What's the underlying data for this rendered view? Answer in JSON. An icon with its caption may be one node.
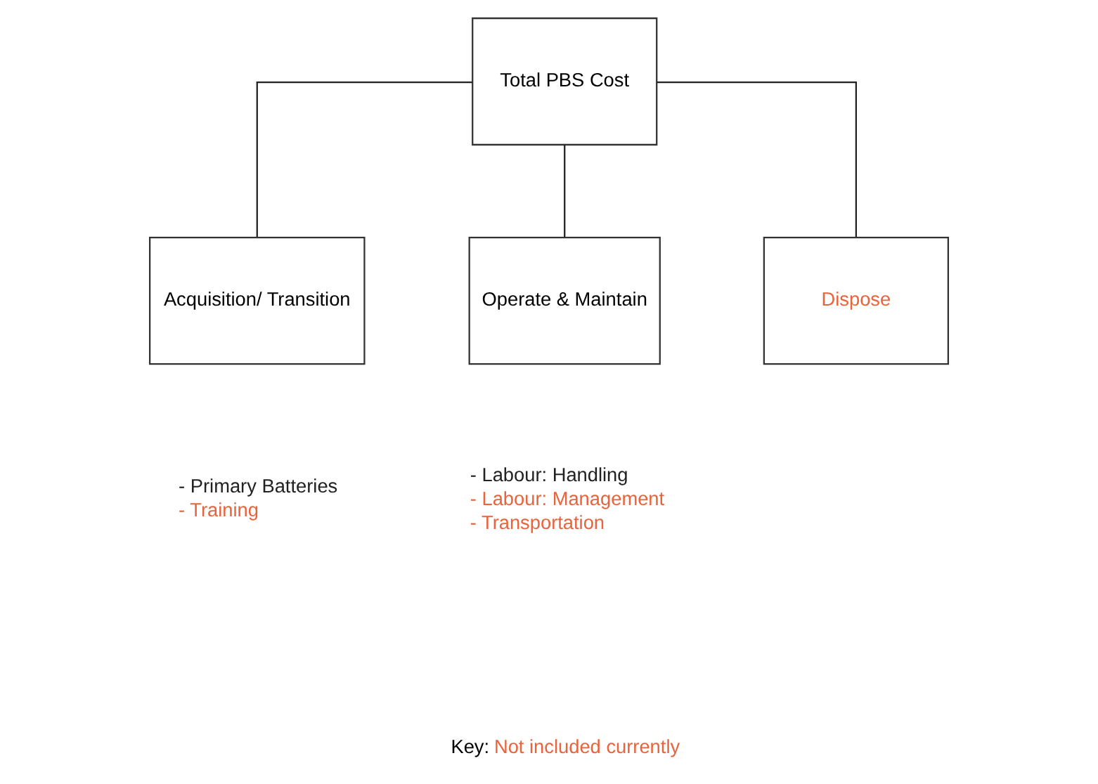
{
  "diagram": {
    "nodes": [
      {
        "text": [
          "Total PBS Cost"
        ]
      },
      {
        "text": [
          "Acquisition/ Transition"
        ],
        "beside": [
          "- Primary Batteries",
          "- Training"
        ]
      },
      {
        "text": [
          "Operate & Maintain"
        ],
        "beside": [
          "- Labour: Handling",
          "- Labour: Management",
          "- Transportation"
        ]
      },
      {
        "text": [
          "Dispose"
        ]
      }
    ],
    "edges": [
      {
        "from": 0,
        "to": 1,
        "arrow": "none"
      },
      {
        "from": 0,
        "to": 2,
        "arrow": "none"
      },
      {
        "from": 0,
        "to": 3,
        "arrow": "none"
      }
    ],
    "labels": [
      "Key:"
    ],
    "legend": [
      {
        "text": "Not included currently",
        "color": "#e8643c"
      }
    ]
  }
}
